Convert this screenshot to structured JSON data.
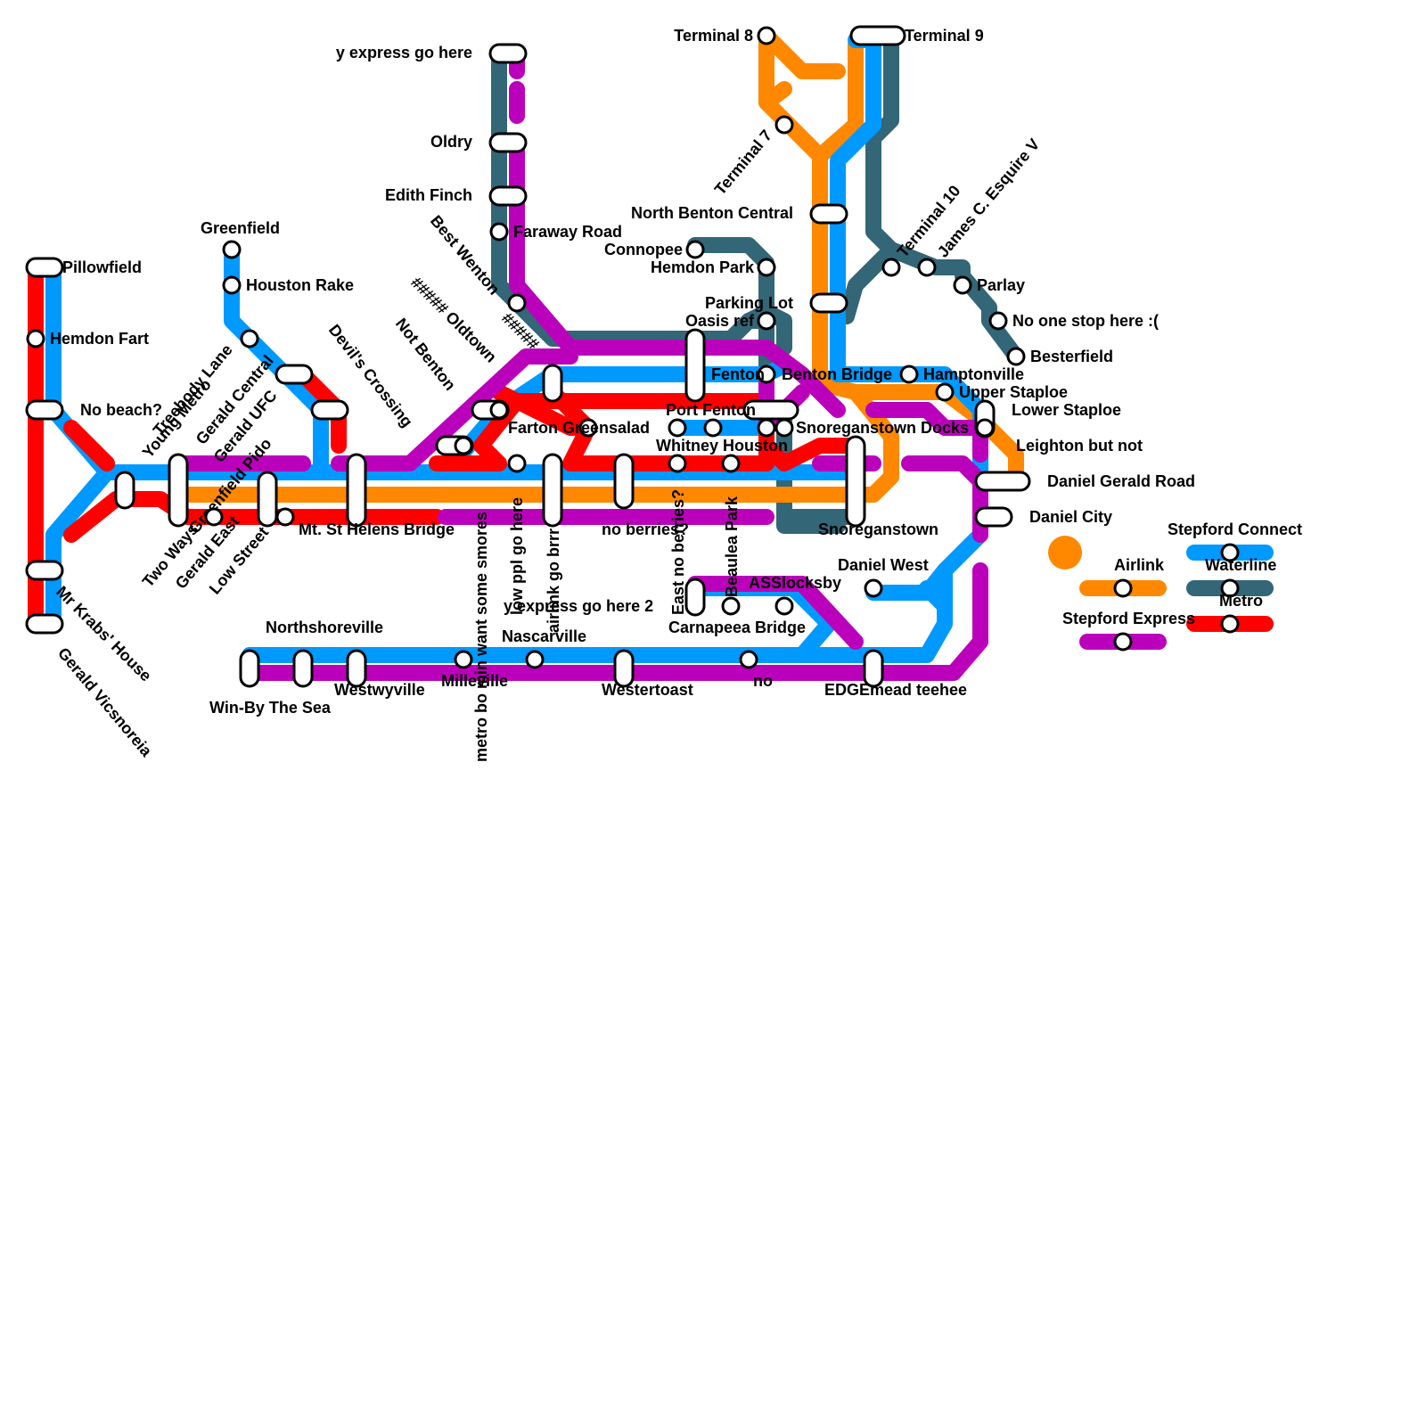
{
  "colors": {
    "stepford_connect": "#0099ff",
    "airlink": "#ff8800",
    "waterline": "#336677",
    "metro": "#ff0000",
    "stepford_express": "#bb00bb"
  },
  "legend": {
    "items": [
      {
        "label": "Airlink",
        "color": "#ff8800"
      },
      {
        "label": "Stepford Connect",
        "color": "#0099ff"
      },
      {
        "label": "Waterline",
        "color": "#336677"
      },
      {
        "label": "Metro",
        "color": "#ff0000"
      },
      {
        "label": "Stepford Express",
        "color": "#bb00bb"
      }
    ]
  },
  "stations": [
    {
      "name": "y express go here"
    },
    {
      "name": "Oldry"
    },
    {
      "name": "Edith Finch"
    },
    {
      "name": "Faraway Road"
    },
    {
      "name": "Best Wenton"
    },
    {
      "name": "#####"
    },
    {
      "name": "##### Oldtown"
    },
    {
      "name": "Not Benton"
    },
    {
      "name": "Devil's Crossing"
    },
    {
      "name": "Terminal 8"
    },
    {
      "name": "Terminal 9"
    },
    {
      "name": "Terminal 7"
    },
    {
      "name": "North Benton Central"
    },
    {
      "name": "Connopee"
    },
    {
      "name": "Hemdon Park"
    },
    {
      "name": "Parking Lot"
    },
    {
      "name": "Oasis ref"
    },
    {
      "name": "Terminal 10"
    },
    {
      "name": "James C. Esquire V"
    },
    {
      "name": "Parlay"
    },
    {
      "name": "No one stop here :("
    },
    {
      "name": "Besterfield"
    },
    {
      "name": "Fenton"
    },
    {
      "name": "Benton Bridge"
    },
    {
      "name": "Hamptonville"
    },
    {
      "name": "Upper Staploe"
    },
    {
      "name": "Lower Staploe"
    },
    {
      "name": "Leighton but not"
    },
    {
      "name": "Daniel Gerald Road"
    },
    {
      "name": "Daniel City"
    },
    {
      "name": "Port Fenton"
    },
    {
      "name": "Farton Greensalad"
    },
    {
      "name": "Snoreganstown Docks"
    },
    {
      "name": "Whitney Houston"
    },
    {
      "name": "Snoreganstown"
    },
    {
      "name": "no berries?"
    },
    {
      "name": "East no berries?"
    },
    {
      "name": "Beaulea Park"
    },
    {
      "name": "ASSlocksby"
    },
    {
      "name": "Carnapeea Bridge"
    },
    {
      "name": "Daniel West"
    },
    {
      "name": "y express go here 2"
    },
    {
      "name": "airlink go brrr"
    },
    {
      "name": "low ppl go here"
    },
    {
      "name": "metro bo min want some smores"
    },
    {
      "name": "Greenfield"
    },
    {
      "name": "Houston Rake"
    },
    {
      "name": "Pillowfield"
    },
    {
      "name": "Hemdon Fart"
    },
    {
      "name": "No beach?"
    },
    {
      "name": "Treebody Lane"
    },
    {
      "name": "Young Metro"
    },
    {
      "name": "Gerald Central"
    },
    {
      "name": "Gerald UFC"
    },
    {
      "name": "Greenfield Pido"
    },
    {
      "name": "Two Ways"
    },
    {
      "name": "Gerald East"
    },
    {
      "name": "Low Street"
    },
    {
      "name": "Mt. St Helens Bridge"
    },
    {
      "name": "Mr Krabs' House"
    },
    {
      "name": "Gerald Vicsnoreia"
    },
    {
      "name": "Northshoreville"
    },
    {
      "name": "Win-By The Sea"
    },
    {
      "name": "Westwyville"
    },
    {
      "name": "Milleville"
    },
    {
      "name": "Nascarville"
    },
    {
      "name": "Westertoast"
    },
    {
      "name": "no"
    },
    {
      "name": "EDGEmead teehee"
    }
  ]
}
